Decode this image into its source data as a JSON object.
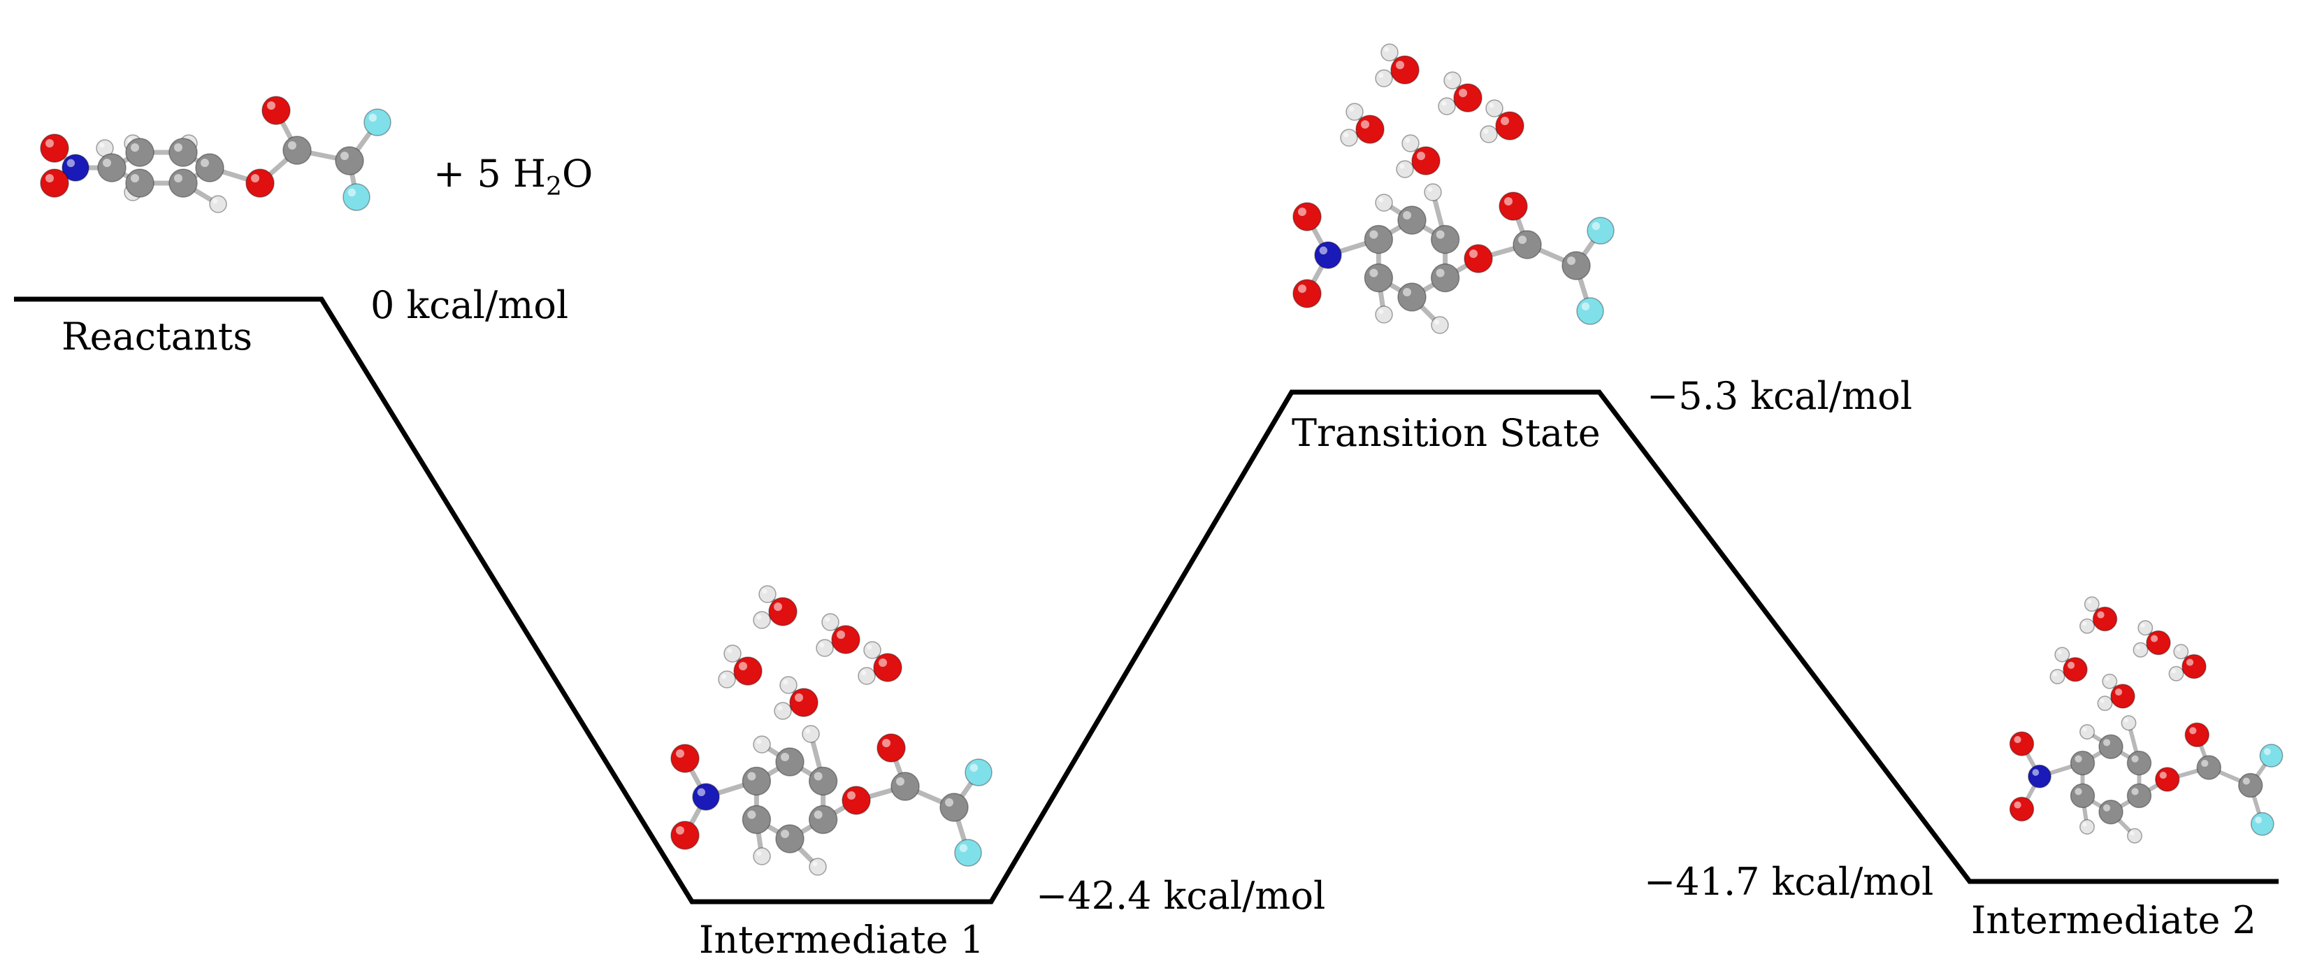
{
  "diagram": {
    "states": [
      {
        "name": "Reactants",
        "energy_label": "0 kcal/mol",
        "energy": 0
      },
      {
        "name": "Intermediate 1",
        "energy_label": "−42.4 kcal/mol",
        "energy": -42.4
      },
      {
        "name": "Transition State",
        "energy_label": "−5.3 kcal/mol",
        "energy": -5.3
      },
      {
        "name": "Intermediate 2",
        "energy_label": "−41.7 kcal/mol",
        "energy": -41.7
      }
    ],
    "reactant_addition": {
      "prefix": "+ 5 H",
      "subscript": "2",
      "suffix": "O"
    },
    "atom_colors": {
      "carbon": "#8c8c8c",
      "oxygen": "#e01010",
      "nitrogen": "#1a1ab8",
      "hydrogen": "#e6e6e6",
      "fluorine": "#7fe0ea",
      "bond": "#b8b8b8"
    },
    "line_color": "#000000"
  }
}
